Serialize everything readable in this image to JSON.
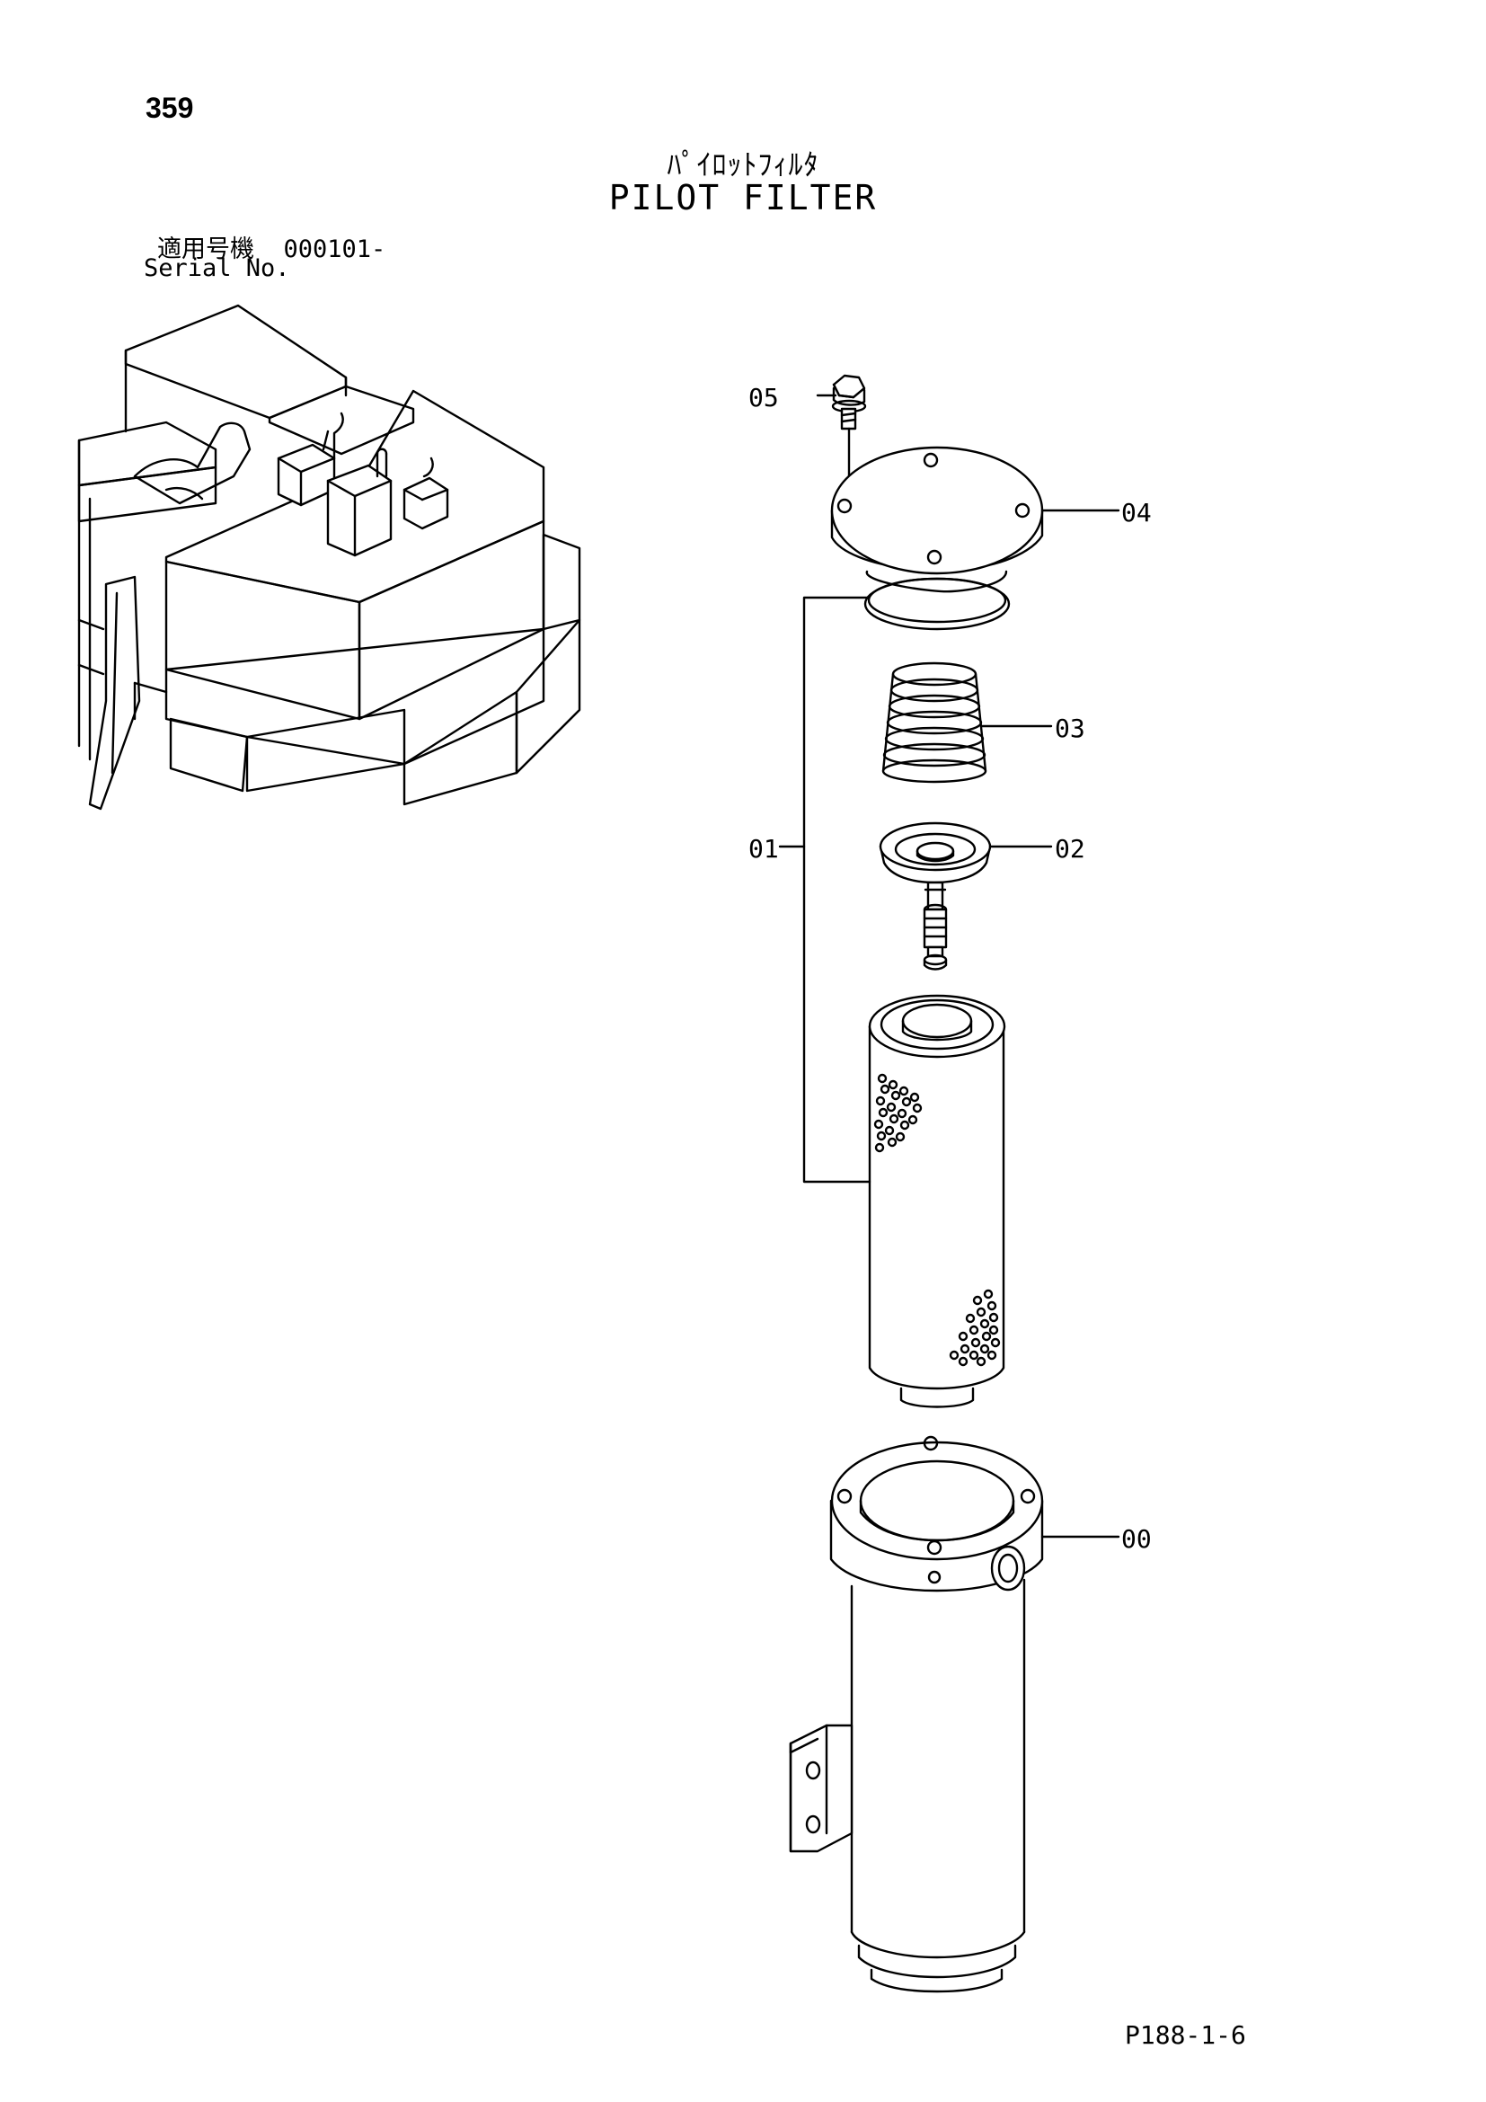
{
  "header": {
    "page_number": "359",
    "title_jp": "ﾊﾟｲﾛｯﾄﾌｨﾙﾀ",
    "title_en": "PILOT FILTER",
    "serial_label_jp": "適用号機",
    "serial_value": "000101-",
    "serial_label_en": "Serial No."
  },
  "callouts": {
    "c05": "05",
    "c04": "04",
    "c03": "03",
    "c02": "02",
    "c01": "01",
    "c00": "00"
  },
  "footer": {
    "code": "P188-1-6"
  }
}
